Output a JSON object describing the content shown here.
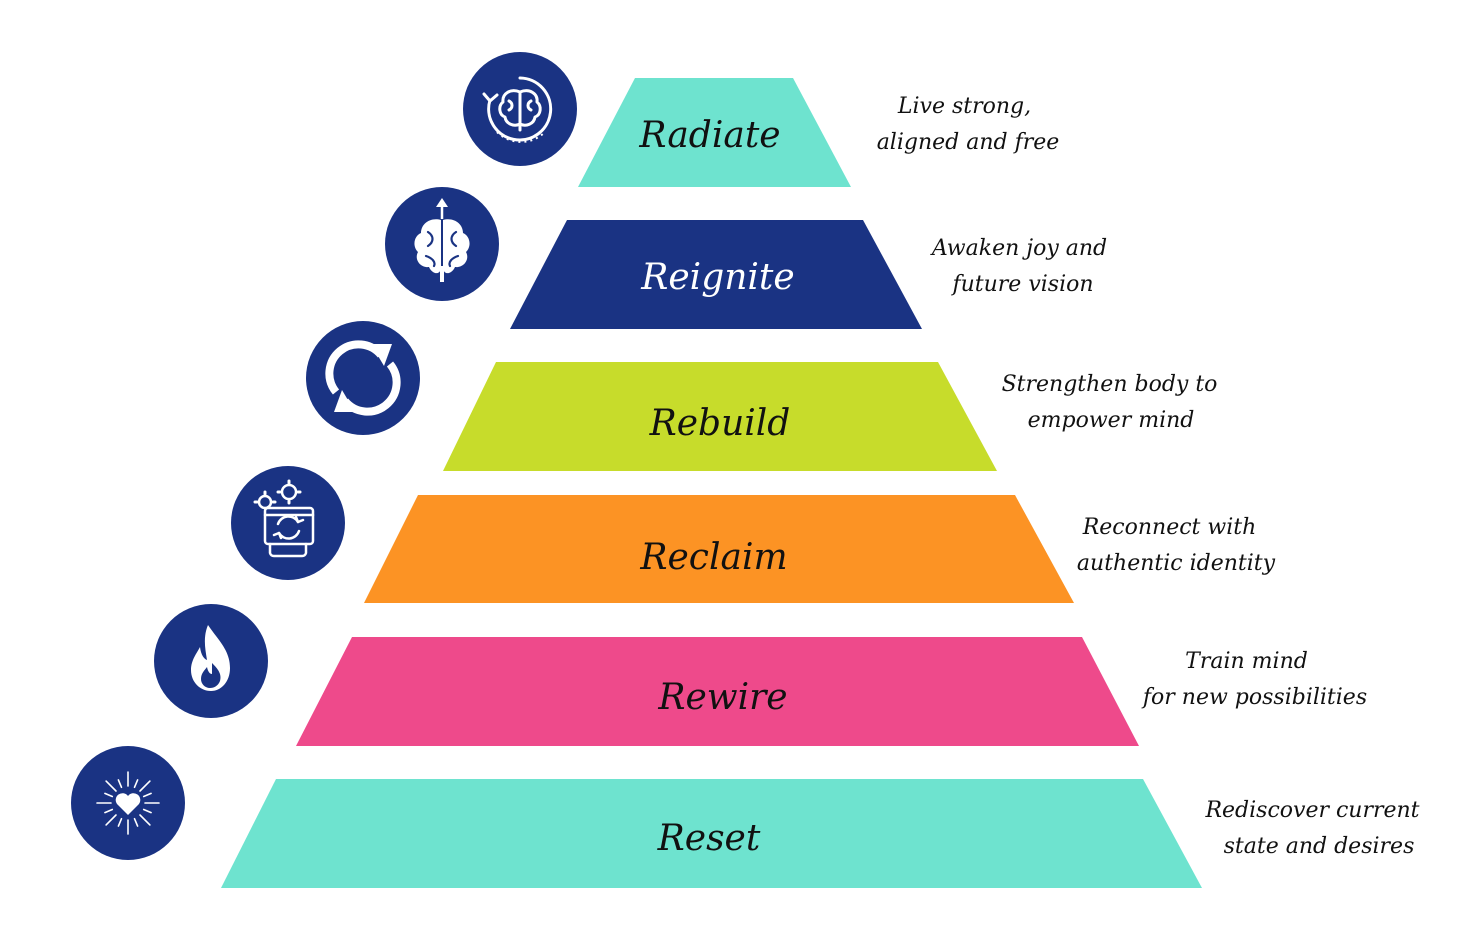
{
  "colors": {
    "icon_circle": "#1a3383",
    "icon_glyph": "#ffffff",
    "dark_text": "#111111",
    "light_text": "#ffffff"
  },
  "levels": [
    {
      "name": "Radiate",
      "color": "#6ee3cf",
      "text_color": "#111111",
      "icon": "brain-cycle-icon",
      "description": [
        "Live strong,",
        "aligned and free"
      ]
    },
    {
      "name": "Reignite",
      "color": "#1a3383",
      "text_color": "#ffffff",
      "icon": "brain-growth-icon",
      "description": [
        "Awaken joy and",
        "future vision"
      ]
    },
    {
      "name": "Rebuild",
      "color": "#c7dc2b",
      "text_color": "#111111",
      "icon": "refresh-arrows-icon",
      "description": [
        "Strengthen body to",
        "empower mind"
      ]
    },
    {
      "name": "Reclaim",
      "color": "#fc9324",
      "text_color": "#111111",
      "icon": "system-update-icon",
      "description": [
        "Reconnect with",
        "authentic identity"
      ]
    },
    {
      "name": "Rewire",
      "color": "#ee4a8b",
      "text_color": "#111111",
      "icon": "flame-icon",
      "description": [
        "Train mind",
        "for new possibilities"
      ]
    },
    {
      "name": "Reset",
      "color": "#6ee3cf",
      "text_color": "#111111",
      "icon": "radiant-heart-icon",
      "description": [
        "Rediscover current",
        "state and desires"
      ]
    }
  ]
}
